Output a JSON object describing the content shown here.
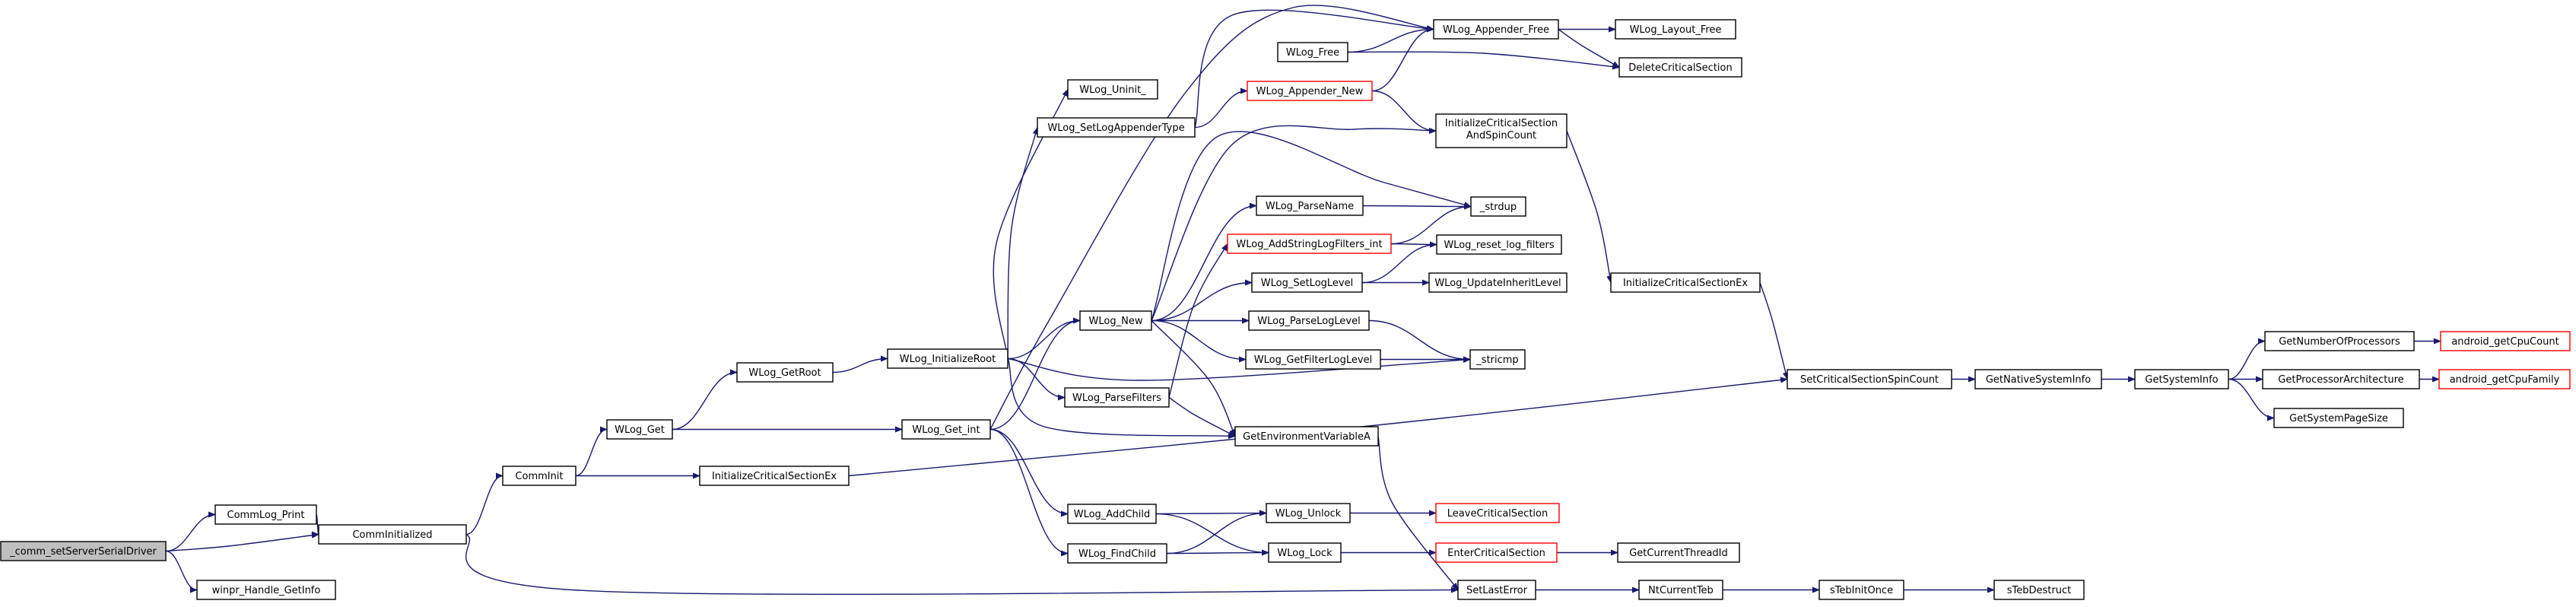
{
  "graph": {
    "colors": {
      "edge": "#191970",
      "node_border": "#000000",
      "highlight_border": "#ff0000",
      "root_fill": "#bfbfbf"
    },
    "nodes": [
      {
        "id": "n_comm_setServerSerialDriver",
        "label": "_comm_setServerSerialDriver",
        "style": "root"
      },
      {
        "id": "n_CommLog_Print",
        "label": "CommLog_Print"
      },
      {
        "id": "n_CommInitialized",
        "label": "CommInitialized"
      },
      {
        "id": "n_winpr_Handle_GetInfo",
        "label": "winpr_Handle_GetInfo"
      },
      {
        "id": "n_CommInit",
        "label": "CommInit"
      },
      {
        "id": "n_WLog_Get",
        "label": "WLog_Get"
      },
      {
        "id": "n_InitializeCriticalSectionEx_a",
        "label": "InitializeCriticalSectionEx"
      },
      {
        "id": "n_WLog_GetRoot",
        "label": "WLog_GetRoot"
      },
      {
        "id": "n_WLog_InitializeRoot",
        "label": "WLog_InitializeRoot"
      },
      {
        "id": "n_WLog_Get_int",
        "label": "WLog_Get_int"
      },
      {
        "id": "n_WLog_Uninit_",
        "label": "WLog_Uninit_"
      },
      {
        "id": "n_WLog_SetLogAppenderType",
        "label": "WLog_SetLogAppenderType"
      },
      {
        "id": "n_WLog_New",
        "label": "WLog_New"
      },
      {
        "id": "n_WLog_ParseFilters",
        "label": "WLog_ParseFilters"
      },
      {
        "id": "n_WLog_AddChild",
        "label": "WLog_AddChild"
      },
      {
        "id": "n_WLog_FindChild",
        "label": "WLog_FindChild"
      },
      {
        "id": "n_WLog_Free",
        "label": "WLog_Free"
      },
      {
        "id": "n_WLog_Appender_New",
        "label": "WLog_Appender_New",
        "style": "red"
      },
      {
        "id": "n_WLog_ParseName",
        "label": "WLog_ParseName"
      },
      {
        "id": "n_WLog_AddStringLogFilters_int",
        "label": "WLog_AddStringLogFilters_int",
        "style": "red"
      },
      {
        "id": "n_WLog_SetLogLevel",
        "label": "WLog_SetLogLevel"
      },
      {
        "id": "n_WLog_ParseLogLevel",
        "label": "WLog_ParseLogLevel"
      },
      {
        "id": "n_WLog_GetFilterLogLevel",
        "label": "WLog_GetFilterLogLevel"
      },
      {
        "id": "n_GetEnvironmentVariableA",
        "label": "GetEnvironmentVariableA"
      },
      {
        "id": "n_WLog_Unlock",
        "label": "WLog_Unlock"
      },
      {
        "id": "n_WLog_Lock",
        "label": "WLog_Lock"
      },
      {
        "id": "n_WLog_Appender_Free",
        "label": "WLog_Appender_Free"
      },
      {
        "id": "n_InitializeCriticalSectionAndSpinCount",
        "label": "InitializeCriticalSection AndSpinCount",
        "lines": [
          "InitializeCriticalSection",
          "AndSpinCount"
        ]
      },
      {
        "id": "n_strdup",
        "label": "_strdup"
      },
      {
        "id": "n_WLog_reset_log_filters",
        "label": "WLog_reset_log_filters"
      },
      {
        "id": "n_WLog_UpdateInheritLevel",
        "label": "WLog_UpdateInheritLevel"
      },
      {
        "id": "n_stricmp",
        "label": "_stricmp"
      },
      {
        "id": "n_LeaveCriticalSection",
        "label": "LeaveCriticalSection",
        "style": "red"
      },
      {
        "id": "n_EnterCriticalSection",
        "label": "EnterCriticalSection",
        "style": "red"
      },
      {
        "id": "n_SetLastError",
        "label": "SetLastError"
      },
      {
        "id": "n_WLog_Layout_Free",
        "label": "WLog_Layout_Free"
      },
      {
        "id": "n_DeleteCriticalSection",
        "label": "DeleteCriticalSection"
      },
      {
        "id": "n_InitializeCriticalSectionEx_b",
        "label": "InitializeCriticalSectionEx"
      },
      {
        "id": "n_GetCurrentThreadId",
        "label": "GetCurrentThreadId"
      },
      {
        "id": "n_NtCurrentTeb",
        "label": "NtCurrentTeb"
      },
      {
        "id": "n_SetCriticalSectionSpinCount",
        "label": "SetCriticalSectionSpinCount"
      },
      {
        "id": "n_sTebInitOnce",
        "label": "sTebInitOnce"
      },
      {
        "id": "n_GetNativeSystemInfo",
        "label": "GetNativeSystemInfo"
      },
      {
        "id": "n_sTebDestruct",
        "label": "sTebDestruct"
      },
      {
        "id": "n_GetSystemInfo",
        "label": "GetSystemInfo"
      },
      {
        "id": "n_GetNumberOfProcessors",
        "label": "GetNumberOfProcessors"
      },
      {
        "id": "n_GetProcessorArchitecture",
        "label": "GetProcessorArchitecture"
      },
      {
        "id": "n_GetSystemPageSize",
        "label": "GetSystemPageSize"
      },
      {
        "id": "n_android_getCpuCount",
        "label": "android_getCpuCount",
        "style": "red"
      },
      {
        "id": "n_android_getCpuFamily",
        "label": "android_getCpuFamily",
        "style": "red"
      }
    ],
    "edges": [
      [
        "n_comm_setServerSerialDriver",
        "n_CommLog_Print"
      ],
      [
        "n_comm_setServerSerialDriver",
        "n_CommInitialized"
      ],
      [
        "n_comm_setServerSerialDriver",
        "n_winpr_Handle_GetInfo"
      ],
      [
        "n_CommLog_Print",
        "n_CommInitialized"
      ],
      [
        "n_CommInitialized",
        "n_CommInit"
      ],
      [
        "n_CommInitialized",
        "n_SetLastError"
      ],
      [
        "n_CommInit",
        "n_WLog_Get"
      ],
      [
        "n_CommInit",
        "n_InitializeCriticalSectionEx_a"
      ],
      [
        "n_WLog_Get",
        "n_WLog_GetRoot"
      ],
      [
        "n_WLog_Get",
        "n_WLog_Get_int"
      ],
      [
        "n_InitializeCriticalSectionEx_a",
        "n_SetCriticalSectionSpinCount"
      ],
      [
        "n_WLog_GetRoot",
        "n_WLog_InitializeRoot"
      ],
      [
        "n_WLog_InitializeRoot",
        "n_WLog_Uninit_"
      ],
      [
        "n_WLog_InitializeRoot",
        "n_WLog_SetLogAppenderType"
      ],
      [
        "n_WLog_InitializeRoot",
        "n_WLog_New"
      ],
      [
        "n_WLog_InitializeRoot",
        "n_WLog_ParseFilters"
      ],
      [
        "n_WLog_InitializeRoot",
        "n_GetEnvironmentVariableA"
      ],
      [
        "n_WLog_InitializeRoot",
        "n_stricmp"
      ],
      [
        "n_WLog_Get_int",
        "n_WLog_New"
      ],
      [
        "n_WLog_Get_int",
        "n_WLog_AddChild"
      ],
      [
        "n_WLog_Get_int",
        "n_WLog_FindChild"
      ],
      [
        "n_WLog_Get_int",
        "n_WLog_Appender_Free"
      ],
      [
        "n_WLog_SetLogAppenderType",
        "n_WLog_Appender_Free"
      ],
      [
        "n_WLog_SetLogAppenderType",
        "n_WLog_Appender_New"
      ],
      [
        "n_WLog_New",
        "n_WLog_ParseName"
      ],
      [
        "n_WLog_New",
        "n_strdup"
      ],
      [
        "n_WLog_New",
        "n_InitializeCriticalSectionAndSpinCount"
      ],
      [
        "n_WLog_New",
        "n_WLog_SetLogLevel"
      ],
      [
        "n_WLog_New",
        "n_WLog_ParseLogLevel"
      ],
      [
        "n_WLog_New",
        "n_WLog_GetFilterLogLevel"
      ],
      [
        "n_WLog_New",
        "n_GetEnvironmentVariableA"
      ],
      [
        "n_WLog_ParseFilters",
        "n_WLog_AddStringLogFilters_int"
      ],
      [
        "n_WLog_ParseFilters",
        "n_GetEnvironmentVariableA"
      ],
      [
        "n_WLog_AddChild",
        "n_WLog_Unlock"
      ],
      [
        "n_WLog_AddChild",
        "n_WLog_Lock"
      ],
      [
        "n_WLog_FindChild",
        "n_WLog_Unlock"
      ],
      [
        "n_WLog_FindChild",
        "n_WLog_Lock"
      ],
      [
        "n_WLog_Free",
        "n_WLog_Appender_Free"
      ],
      [
        "n_WLog_Free",
        "n_DeleteCriticalSection"
      ],
      [
        "n_WLog_Appender_New",
        "n_WLog_Appender_Free"
      ],
      [
        "n_WLog_Appender_New",
        "n_InitializeCriticalSectionAndSpinCount"
      ],
      [
        "n_WLog_ParseName",
        "n_strdup"
      ],
      [
        "n_WLog_AddStringLogFilters_int",
        "n_strdup"
      ],
      [
        "n_WLog_AddStringLogFilters_int",
        "n_WLog_reset_log_filters"
      ],
      [
        "n_WLog_SetLogLevel",
        "n_WLog_reset_log_filters"
      ],
      [
        "n_WLog_SetLogLevel",
        "n_WLog_UpdateInheritLevel"
      ],
      [
        "n_WLog_ParseLogLevel",
        "n_stricmp"
      ],
      [
        "n_WLog_GetFilterLogLevel",
        "n_stricmp"
      ],
      [
        "n_GetEnvironmentVariableA",
        "n_SetLastError"
      ],
      [
        "n_WLog_Unlock",
        "n_LeaveCriticalSection"
      ],
      [
        "n_WLog_Lock",
        "n_EnterCriticalSection"
      ],
      [
        "n_WLog_Appender_Free",
        "n_WLog_Layout_Free"
      ],
      [
        "n_WLog_Appender_Free",
        "n_DeleteCriticalSection"
      ],
      [
        "n_InitializeCriticalSectionAndSpinCount",
        "n_InitializeCriticalSectionEx_b"
      ],
      [
        "n_InitializeCriticalSectionEx_b",
        "n_SetCriticalSectionSpinCount"
      ],
      [
        "n_EnterCriticalSection",
        "n_GetCurrentThreadId"
      ],
      [
        "n_SetLastError",
        "n_NtCurrentTeb"
      ],
      [
        "n_NtCurrentTeb",
        "n_sTebInitOnce"
      ],
      [
        "n_sTebInitOnce",
        "n_sTebDestruct"
      ],
      [
        "n_SetCriticalSectionSpinCount",
        "n_GetNativeSystemInfo"
      ],
      [
        "n_GetNativeSystemInfo",
        "n_GetSystemInfo"
      ],
      [
        "n_GetSystemInfo",
        "n_GetNumberOfProcessors"
      ],
      [
        "n_GetSystemInfo",
        "n_GetProcessorArchitecture"
      ],
      [
        "n_GetSystemInfo",
        "n_GetSystemPageSize"
      ],
      [
        "n_GetNumberOfProcessors",
        "n_android_getCpuCount"
      ],
      [
        "n_GetProcessorArchitecture",
        "n_android_getCpuFamily"
      ]
    ]
  }
}
